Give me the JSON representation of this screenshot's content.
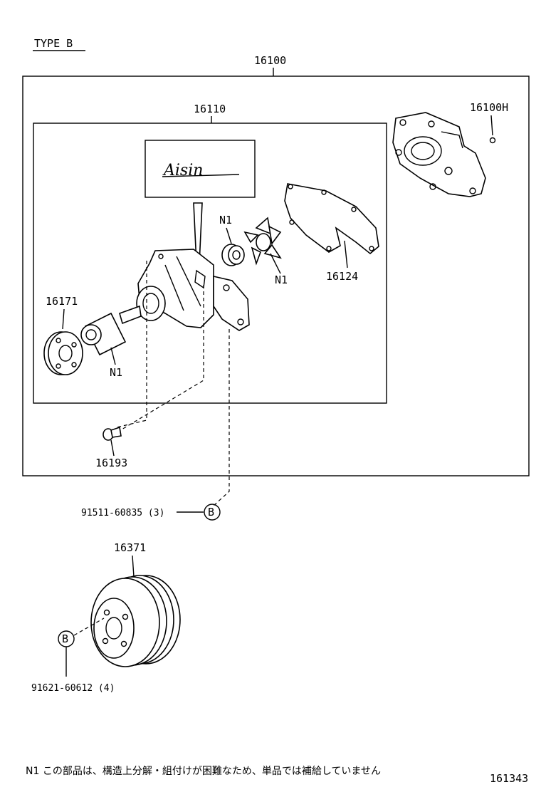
{
  "header": {
    "type_label": "TYPE B"
  },
  "parts": {
    "assembly": "16100",
    "pump_assy": "16110",
    "gasket_kit": "16100H",
    "gasket": "16124",
    "pulley_seat": "16171",
    "plug": "16193",
    "pulley": "16371",
    "n1_a": "N1",
    "n1_b": "N1",
    "n1_c": "N1"
  },
  "callouts": {
    "bolt_a": "91511-60835 (3)",
    "bolt_b": "91621-60612 (4)",
    "marker_a": "B",
    "marker_b": "B"
  },
  "label_plate": {
    "text": "Aisin"
  },
  "footer": {
    "note": "N1 この部品は、構造上分解・組付けが困難なため、単品では補給していません",
    "diagram_id": "161343"
  }
}
